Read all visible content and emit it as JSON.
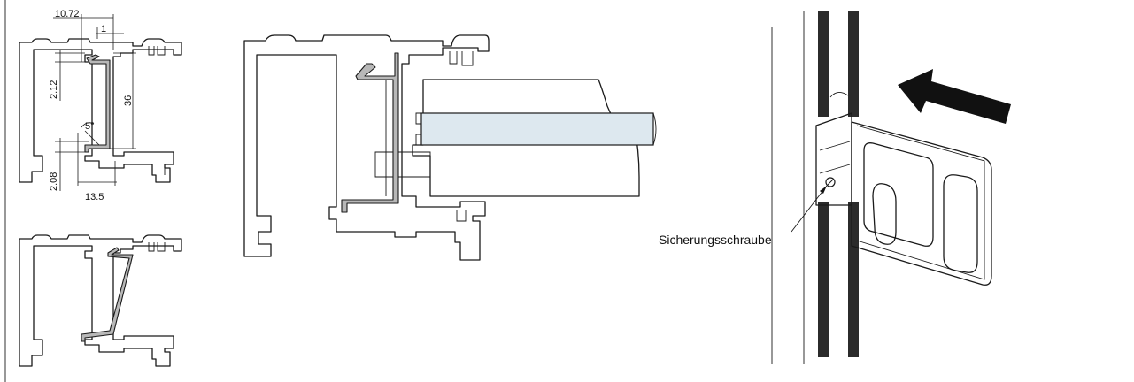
{
  "detail_top": {
    "dimensions": [
      "10.72",
      "1",
      "2.12",
      "36",
      "5°",
      "2.08",
      "13.5"
    ]
  },
  "callout": {
    "label": "Sicherungsschraube"
  },
  "colors": {
    "line": "#1a1a1a",
    "clip_fill": "#b8b8b8",
    "glass_fill": "#dde8ef",
    "brush_seal": "#2b2b2b",
    "arrow": "#111111"
  },
  "icons": [
    "arrow-icon",
    "screw-icon"
  ]
}
